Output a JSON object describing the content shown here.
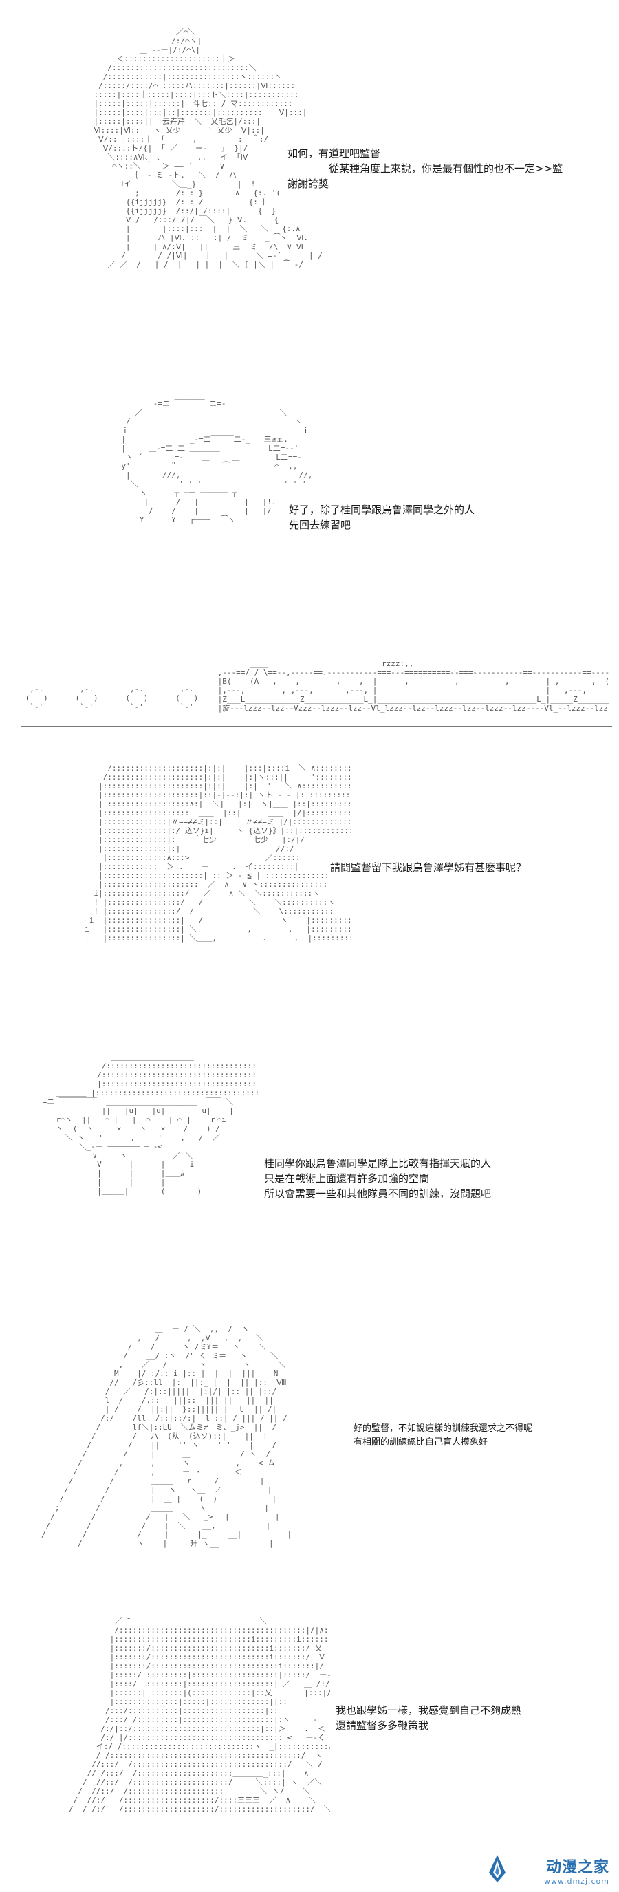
{
  "panels": [
    {
      "lines": [
        "如何，有道理吧監督",
        "從某種角度上來說，你是最有個性的也不一定>>監",
        "謝謝誇獎"
      ]
    },
    {
      "lines": [
        "好了，除了桂同學跟烏鲁澤同學之外的人",
        "先回去練習吧"
      ]
    },
    {
      "lines": [
        "請問監督留下我跟烏鲁澤學姊有甚麼事呢？"
      ]
    },
    {
      "lines": [
        "桂同學你跟烏鲁澤同學是隊上比較有指揮天賦的人",
        "只是在戰術上面還有許多加強的空間",
        "所以會需要一些和其他隊員不同的訓練，沒問題吧"
      ]
    },
    {
      "lines": [
        "好的監督，不如說這樣的訓練我還求之不得呢",
        "有相關的訓練總比自己盲人摸象好"
      ]
    },
    {
      "lines": [
        "我也跟學姊一樣，我感覺到自己不夠成熟",
        "還請監督多多鞭策我"
      ]
    }
  ],
  "watermark": {
    "name": "动漫之家",
    "url": "www.dmzj.com",
    "color": "#2a6fb0"
  }
}
